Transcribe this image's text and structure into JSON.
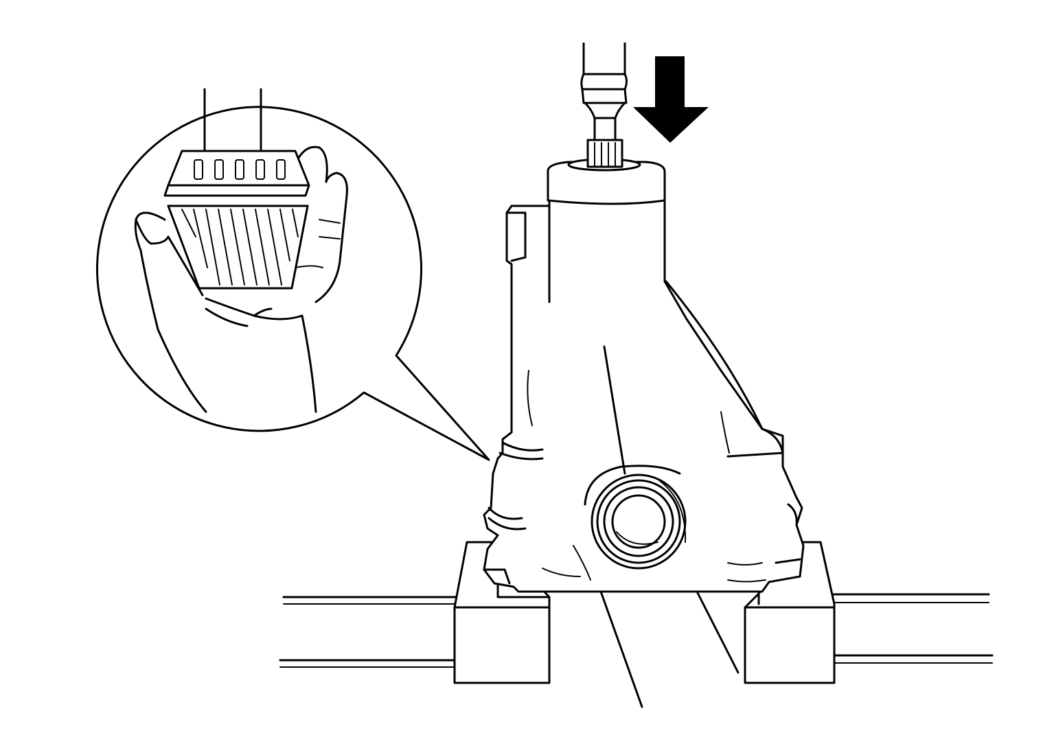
{
  "figure": {
    "kind": "service-manual-illustration",
    "background": "#ffffff",
    "line_color": "#000000",
    "elements": [
      "press-tool",
      "press-arrow-icon",
      "differential-carrier-housing",
      "bench-support-blocks",
      "detail-callout",
      "hand",
      "tapered-roller-bearing"
    ],
    "press_direction": "down"
  }
}
